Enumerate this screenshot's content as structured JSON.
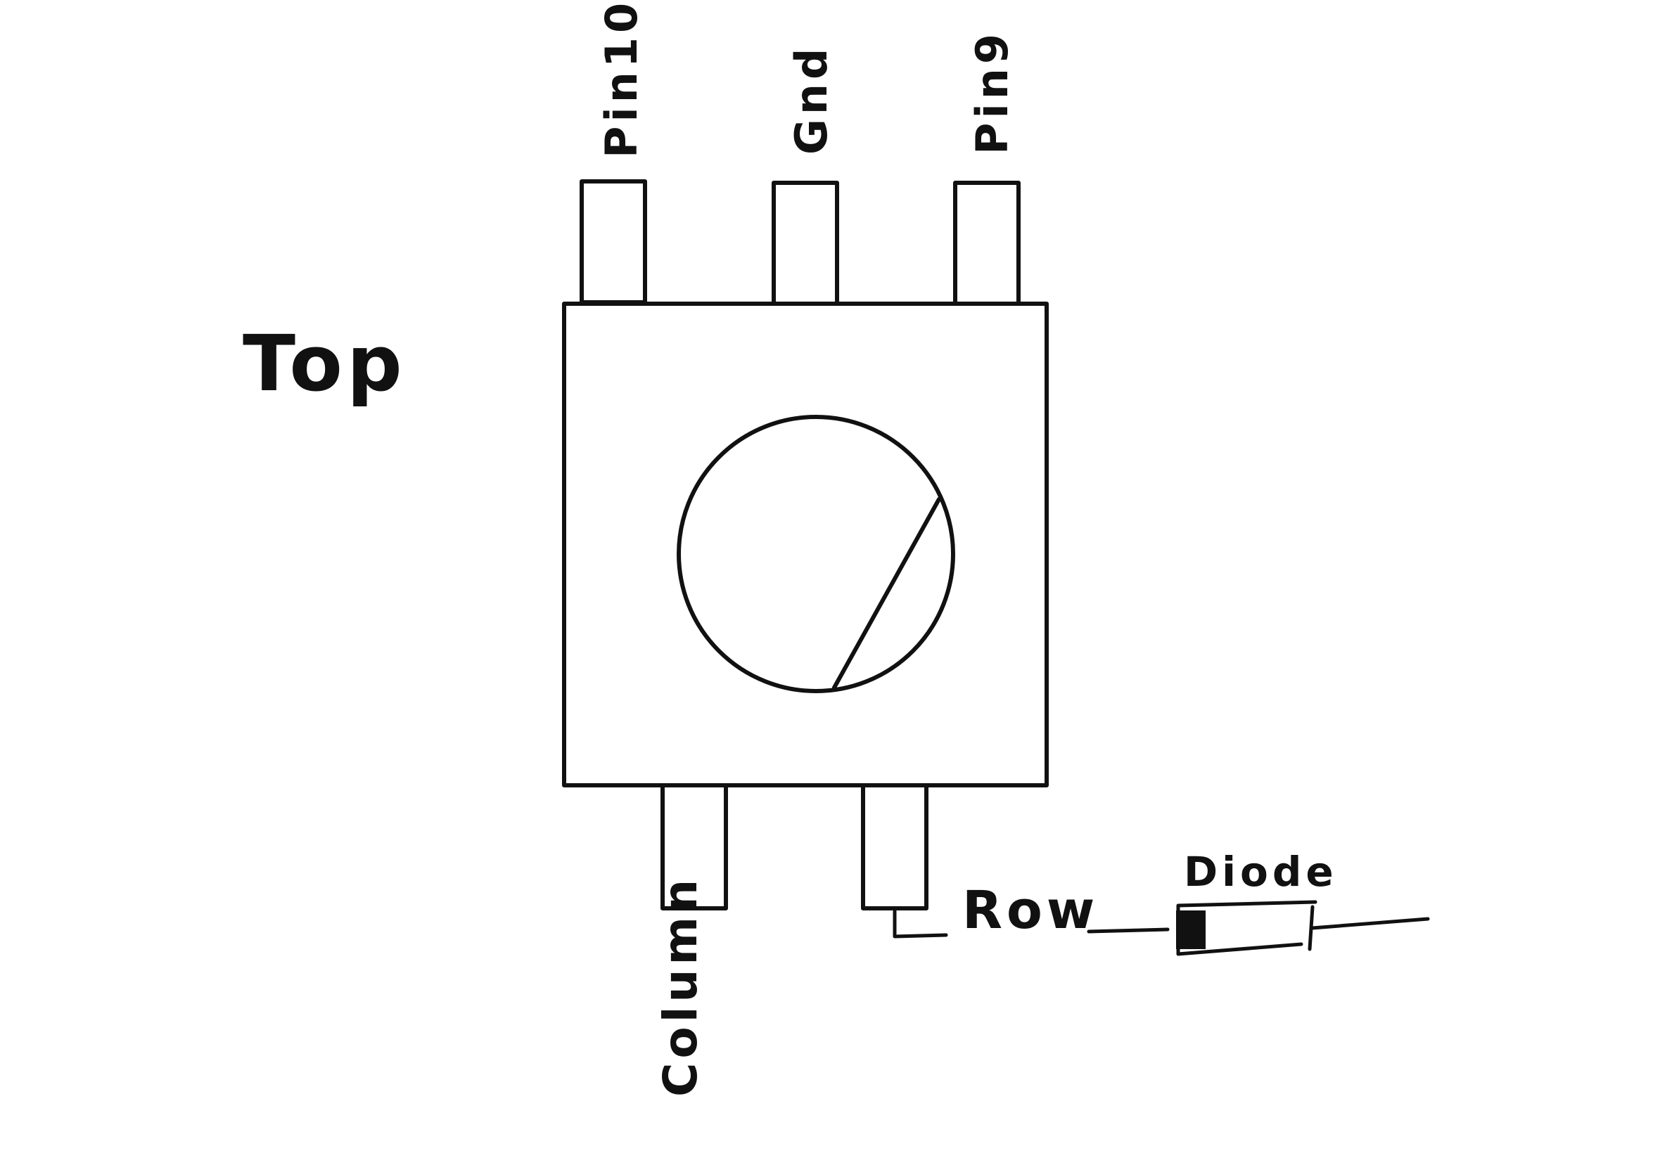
{
  "labels": {
    "top": "Top",
    "pin10": "Pin10",
    "gnd": "Gnd",
    "pin9": "Pin9",
    "column": "Column",
    "row": "Row",
    "diode": "Diode"
  },
  "colors": {
    "ink": "#111111",
    "background": "#ffffff"
  }
}
